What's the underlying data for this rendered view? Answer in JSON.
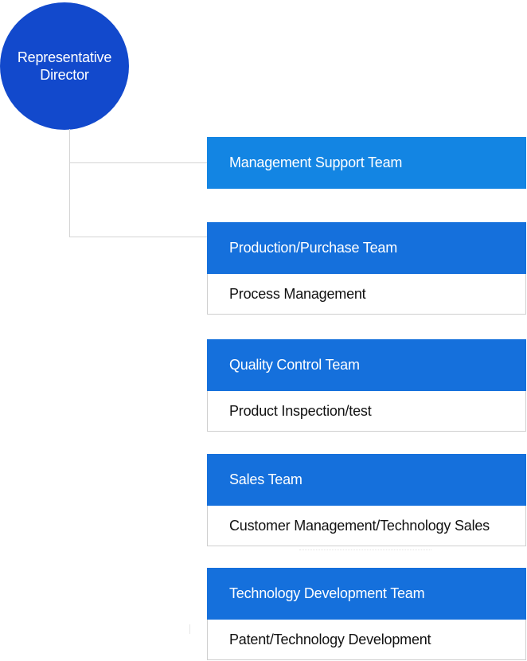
{
  "director": {
    "line1": "Representative",
    "line2": "Director"
  },
  "teams": [
    {
      "name": "Management Support Team",
      "sub": null
    },
    {
      "name": "Production/Purchase Team",
      "sub": "Process Management"
    },
    {
      "name": "Quality Control Team",
      "sub": "Product Inspection/test"
    },
    {
      "name": "Sales Team",
      "sub": "Customer Management/Technology Sales"
    },
    {
      "name": "Technology Development Team",
      "sub": "Patent/Technology Development"
    }
  ],
  "colors": {
    "director": "#1249cc",
    "team_header": "#1570dc",
    "team_header_first": "#1385e3",
    "connector": "#d4d4d4"
  }
}
